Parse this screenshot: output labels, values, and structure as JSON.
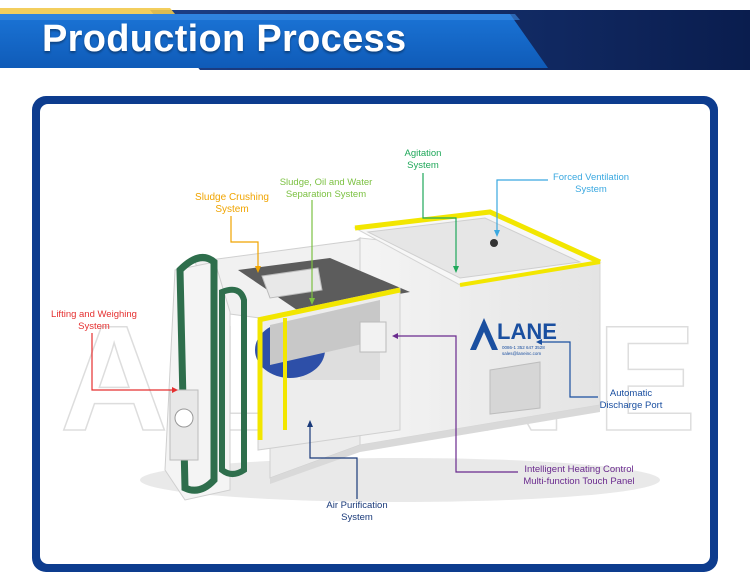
{
  "header": {
    "title": "Production Process"
  },
  "colors": {
    "banner_blue": "#1565c8",
    "banner_dark": "#0a2a6e",
    "frame_navy": "#0d3c8e",
    "machine_yellow": "#f2e600",
    "machine_green": "#2e6e4c",
    "brand_blue": "#1a4fa0"
  },
  "machine": {
    "brand": "LANE",
    "phone": "0086-1 352 647 3528",
    "email": "sales@laneinc.com",
    "watermark": "ALANE"
  },
  "labels": {
    "lifting": {
      "line1": "Lifting and Weighing",
      "line2": "System",
      "color": "#e53030"
    },
    "crushing": {
      "line1": "Sludge Crushing",
      "line2": "System",
      "color": "#f0a400"
    },
    "separation": {
      "line1": "Sludge, Oil and Water",
      "line2": "Separation System",
      "color": "#7cc142"
    },
    "agitation": {
      "line1": "Agitation",
      "line2": "System",
      "color": "#1fa85a"
    },
    "ventilation": {
      "line1": "Forced Ventilation",
      "line2": "System",
      "color": "#3aa8e0"
    },
    "discharge": {
      "line1": "Automatic",
      "line2": "Discharge Port",
      "color": "#1a4fa0"
    },
    "heating": {
      "line1": "Intelligent Heating Control",
      "line2": "Multi-function Touch Panel",
      "color": "#6a2a8e"
    },
    "purification": {
      "line1": "Air Purification",
      "line2": "System",
      "color": "#1a3a7a"
    }
  }
}
